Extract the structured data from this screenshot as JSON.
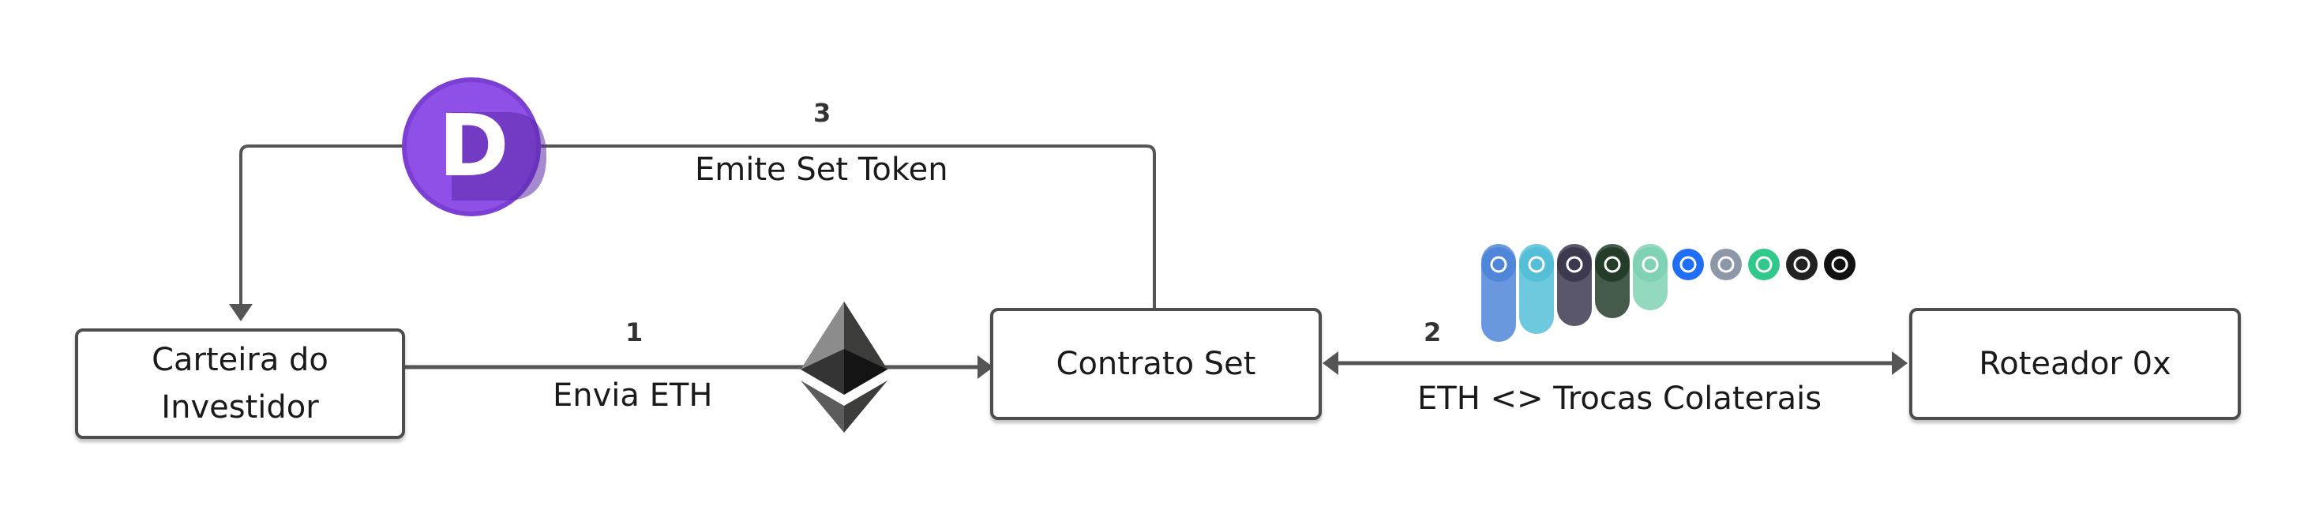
{
  "nodes": {
    "wallet": "Carteira do\nInvestidor",
    "contract": "Contrato Set",
    "router": "Roteador 0x"
  },
  "steps": [
    {
      "number": "1",
      "label": "Envia ETH"
    },
    {
      "number": "2",
      "label": "ETH <> Trocas Colaterais"
    },
    {
      "number": "3",
      "label": "Emite Set Token"
    }
  ],
  "logos": {
    "defi_pulse": {
      "letter": "D",
      "color": "#8a4be0"
    },
    "ethereum": "ethereum-diamond",
    "collateral_tokens": [
      {
        "icon": "wbtc-icon",
        "color": "#4f86d9"
      },
      {
        "icon": "flash-icon",
        "color": "#55bfd8"
      },
      {
        "icon": "sushi-icon",
        "color": "#3d3a50"
      },
      {
        "icon": "leaf-icon",
        "color": "#243d2a"
      },
      {
        "icon": "m-icon",
        "color": "#7fd2b3"
      },
      {
        "icon": "uniswap-icon",
        "color": "#1f6ef5"
      },
      {
        "icon": "hexagon-icon",
        "color": "#8c98a8"
      },
      {
        "icon": "kyber-icon",
        "color": "#31c98b"
      },
      {
        "icon": "hat-icon",
        "color": "#222222"
      },
      {
        "icon": "ring-icon",
        "color": "#111111"
      }
    ]
  }
}
